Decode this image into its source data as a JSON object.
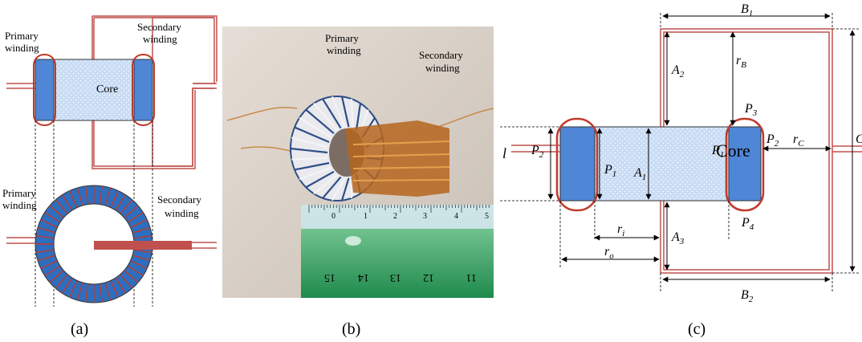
{
  "panel_a": {
    "primary_label_line1": "Primary",
    "primary_label_line2": "winding",
    "secondary_label_line1": "Secondary",
    "secondary_label_line2": "winding",
    "core_label": "Core",
    "primary_label2_line1": "Primary",
    "primary_label2_line2": "winding",
    "secondary_label2_line1": "Secondary",
    "secondary_label2_line2": "winding",
    "caption": "(a)"
  },
  "panel_b": {
    "primary_label_line1": "Primary",
    "primary_label_line2": "winding",
    "secondary_label_line1": "Secondary",
    "secondary_label_line2": "winding",
    "ruler_top_ticks": [
      "0",
      "1",
      "2",
      "3",
      "4",
      "5"
    ],
    "ruler_bottom_ticks": [
      "15",
      "14",
      "13",
      "12",
      "11"
    ],
    "caption": "(b)"
  },
  "panel_c": {
    "core_label": "Core",
    "current_symbol": "l",
    "C_label": "C",
    "labels": {
      "B1": {
        "main": "B",
        "sub": "1"
      },
      "B2": {
        "main": "B",
        "sub": "2"
      },
      "A1": {
        "main": "A",
        "sub": "1"
      },
      "A2": {
        "main": "A",
        "sub": "2"
      },
      "A3": {
        "main": "A",
        "sub": "3"
      },
      "rB": {
        "main": "r",
        "sub": "B"
      },
      "rC": {
        "main": "r",
        "sub": "C"
      },
      "ri": {
        "main": "r",
        "sub": "i"
      },
      "ro": {
        "main": "r",
        "sub": "o"
      },
      "P1_left": {
        "main": "P",
        "sub": "1"
      },
      "P2_left": {
        "main": "P",
        "sub": "2"
      },
      "P1_right": {
        "main": "P",
        "sub": "1"
      },
      "P2_right": {
        "main": "P",
        "sub": "2"
      },
      "P3": {
        "main": "P",
        "sub": "3"
      },
      "P4": {
        "main": "P",
        "sub": "4"
      }
    },
    "caption": "(c)"
  },
  "colors": {
    "winding_blue": "#4f86d6",
    "core_fill": "#c7dbf3",
    "outline_red": "#c0504d",
    "toroid_blue": "#2e6ebf",
    "toroid_red": "#c0392b"
  }
}
